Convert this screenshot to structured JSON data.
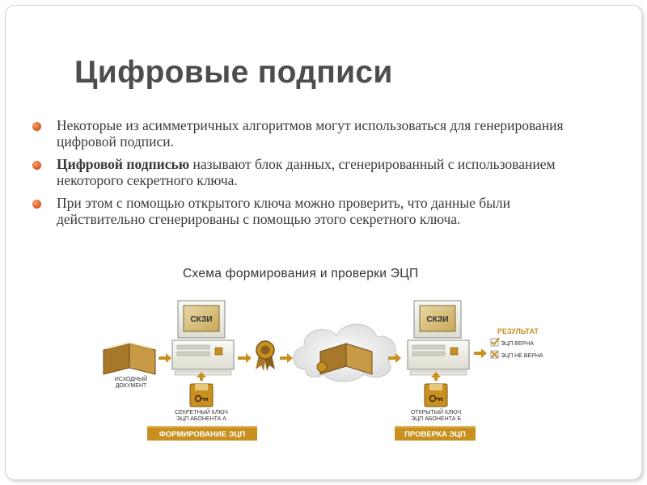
{
  "slide": {
    "title": "Цифровые подписи",
    "bullets": [
      {
        "bold": "",
        "text": "Некоторые из асимметричных алгоритмов могут использоваться для генерирования цифровой подписи."
      },
      {
        "bold": "Цифровой подписью",
        "text": " называют блок данных, сгенерированный с использованием некоторого секретного ключа."
      },
      {
        "bold": "",
        "text": "При этом с помощью открытого ключа можно проверить, что данные были действительно сгенерированы с помощью этого секретного ключа."
      }
    ]
  },
  "scheme": {
    "title": "Схема формирования и проверки ЭЦП",
    "source_doc_line1": "ИСХОДНЫЙ",
    "source_doc_line2": "ДОКУМЕНТ",
    "computer_left_label": "СКЗИ",
    "computer_right_label": "СКЗИ",
    "secret_key_line1": "СЕКРЕТНЫЙ КЛЮЧ",
    "secret_key_line2": "ЭЦП АБОНЕНТА А",
    "public_key_line1": "ОТКРЫТЫЙ КЛЮЧ",
    "public_key_line2": "ЭЦП АБОНЕНТА Б",
    "bar_left": "ФОРМИРОВАНИЕ ЭЦП",
    "bar_right": "ПРОВЕРКА ЭЦП",
    "result_title": "РЕЗУЛЬТАТ",
    "result_ok": "ЭЦП ВЕРНА",
    "result_bad": "ЭЦП НЕ ВЕРНА",
    "colors": {
      "gold": "#c7901f",
      "bullet": "#e0622a",
      "title": "#4d4d4d"
    }
  }
}
